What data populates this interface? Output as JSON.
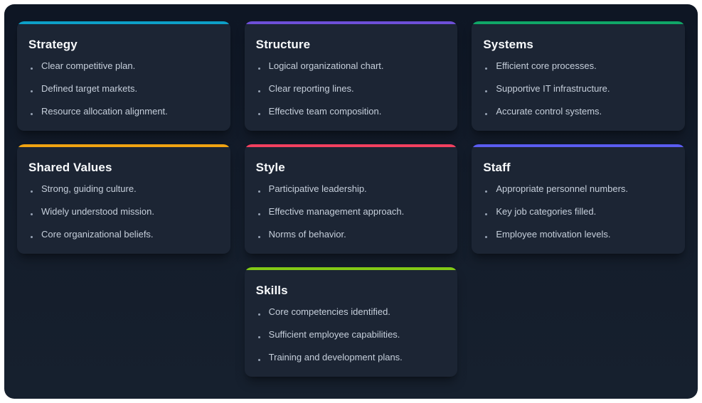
{
  "page": {
    "background": "#ffffff",
    "board_background": "#141d2b",
    "card_background": "#1c2534",
    "title_color": "#f8fafc",
    "item_text_color": "#c6cfdb",
    "bullet_color": "#97a3b4"
  },
  "cards": [
    {
      "title": "Strategy",
      "accent": "#0d9fc7",
      "items": [
        "Clear competitive plan.",
        "Defined target markets.",
        "Resource allocation alignment."
      ]
    },
    {
      "title": "Structure",
      "accent": "#6d4fd8",
      "items": [
        "Logical organizational chart.",
        "Clear reporting lines.",
        "Effective team composition."
      ]
    },
    {
      "title": "Systems",
      "accent": "#10a667",
      "items": [
        "Efficient core processes.",
        "Supportive IT infrastructure.",
        "Accurate control systems."
      ]
    },
    {
      "title": "Shared Values",
      "accent": "#f0a312",
      "items": [
        "Strong, guiding culture.",
        "Widely understood mission.",
        "Core organizational beliefs."
      ]
    },
    {
      "title": "Style",
      "accent": "#f2405f",
      "items": [
        "Participative leadership.",
        "Effective management approach.",
        "Norms of behavior."
      ]
    },
    {
      "title": "Staff",
      "accent": "#5a5cf0",
      "items": [
        "Appropriate personnel numbers.",
        "Key job categories filled.",
        "Employee motivation levels."
      ]
    },
    {
      "title": "Skills",
      "accent": "#82c916",
      "items": [
        "Core competencies identified.",
        "Sufficient employee capabilities.",
        "Training and development plans."
      ]
    }
  ]
}
